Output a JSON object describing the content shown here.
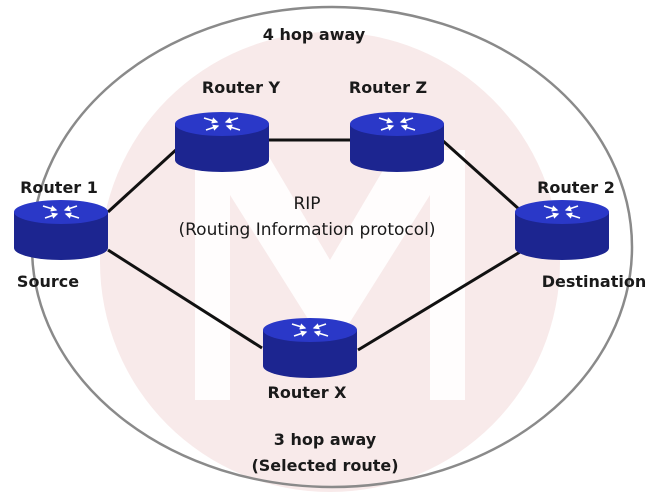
{
  "labels": {
    "top_hop": "4 hop away",
    "bottom_hop": "3 hop away",
    "bottom_note": "(Selected route)",
    "rip": "RIP",
    "rip_full": "(Routing Information protocol)",
    "source": "Source",
    "destination": "Destination"
  },
  "routers": {
    "r1": "Router 1",
    "r2": "Router 2",
    "x": "Router X",
    "y": "Router Y",
    "z": "Router Z"
  },
  "colors": {
    "router_top": "#2a38c8",
    "router_side": "#1c2590",
    "link": "#111111",
    "ellipse": "#8a8a8a",
    "watermark": "#f7e6e6"
  }
}
